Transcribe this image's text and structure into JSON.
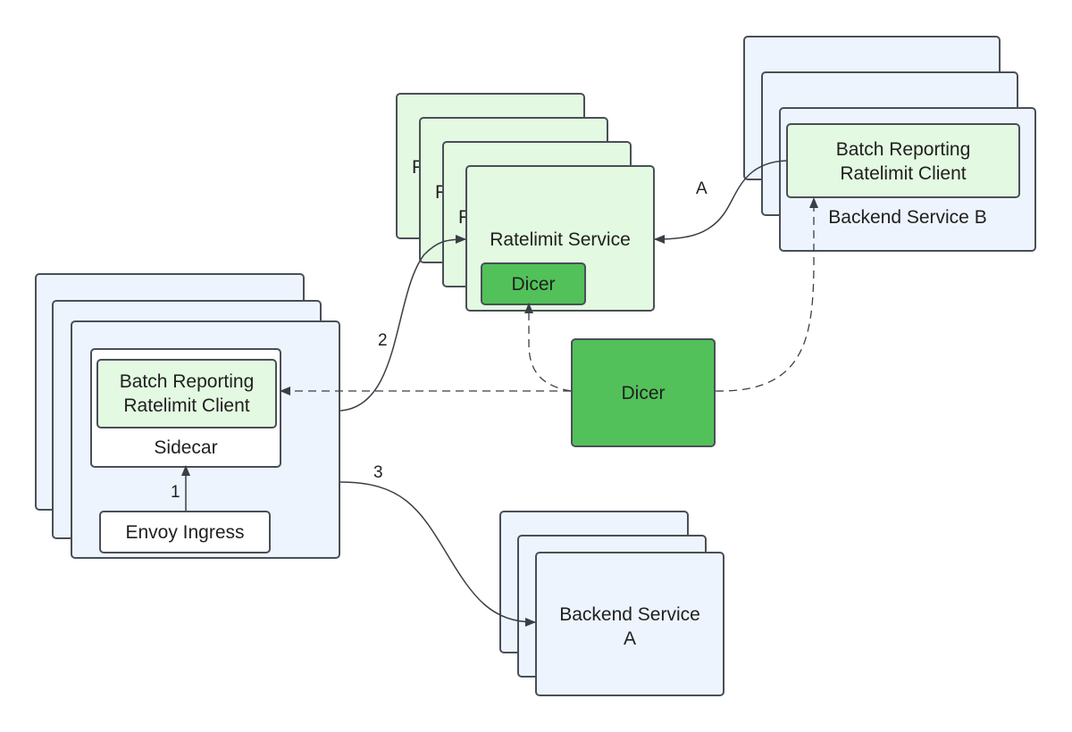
{
  "nodes": {
    "ratelimit_service": "Ratelimit Service",
    "ratelimit_stack_partial": "R",
    "ratelimit_dicer": "Dicer",
    "dicer": "Dicer",
    "backend_b_client": "Batch Reporting\nRatelimit Client",
    "backend_b": "Backend Service B",
    "sidecar_client": "Batch Reporting\nRatelimit Client",
    "sidecar": "Sidecar",
    "envoy_ingress": "Envoy Ingress",
    "backend_a": "Backend Service\nA"
  },
  "edges": {
    "one": "1",
    "two": "2",
    "three": "3",
    "a": "A"
  },
  "colors": {
    "blue_fill": "#edf4fd",
    "light_green_fill": "#e3f9e1",
    "dicer_green": "#52c15a",
    "stroke": "#4a4f57"
  }
}
